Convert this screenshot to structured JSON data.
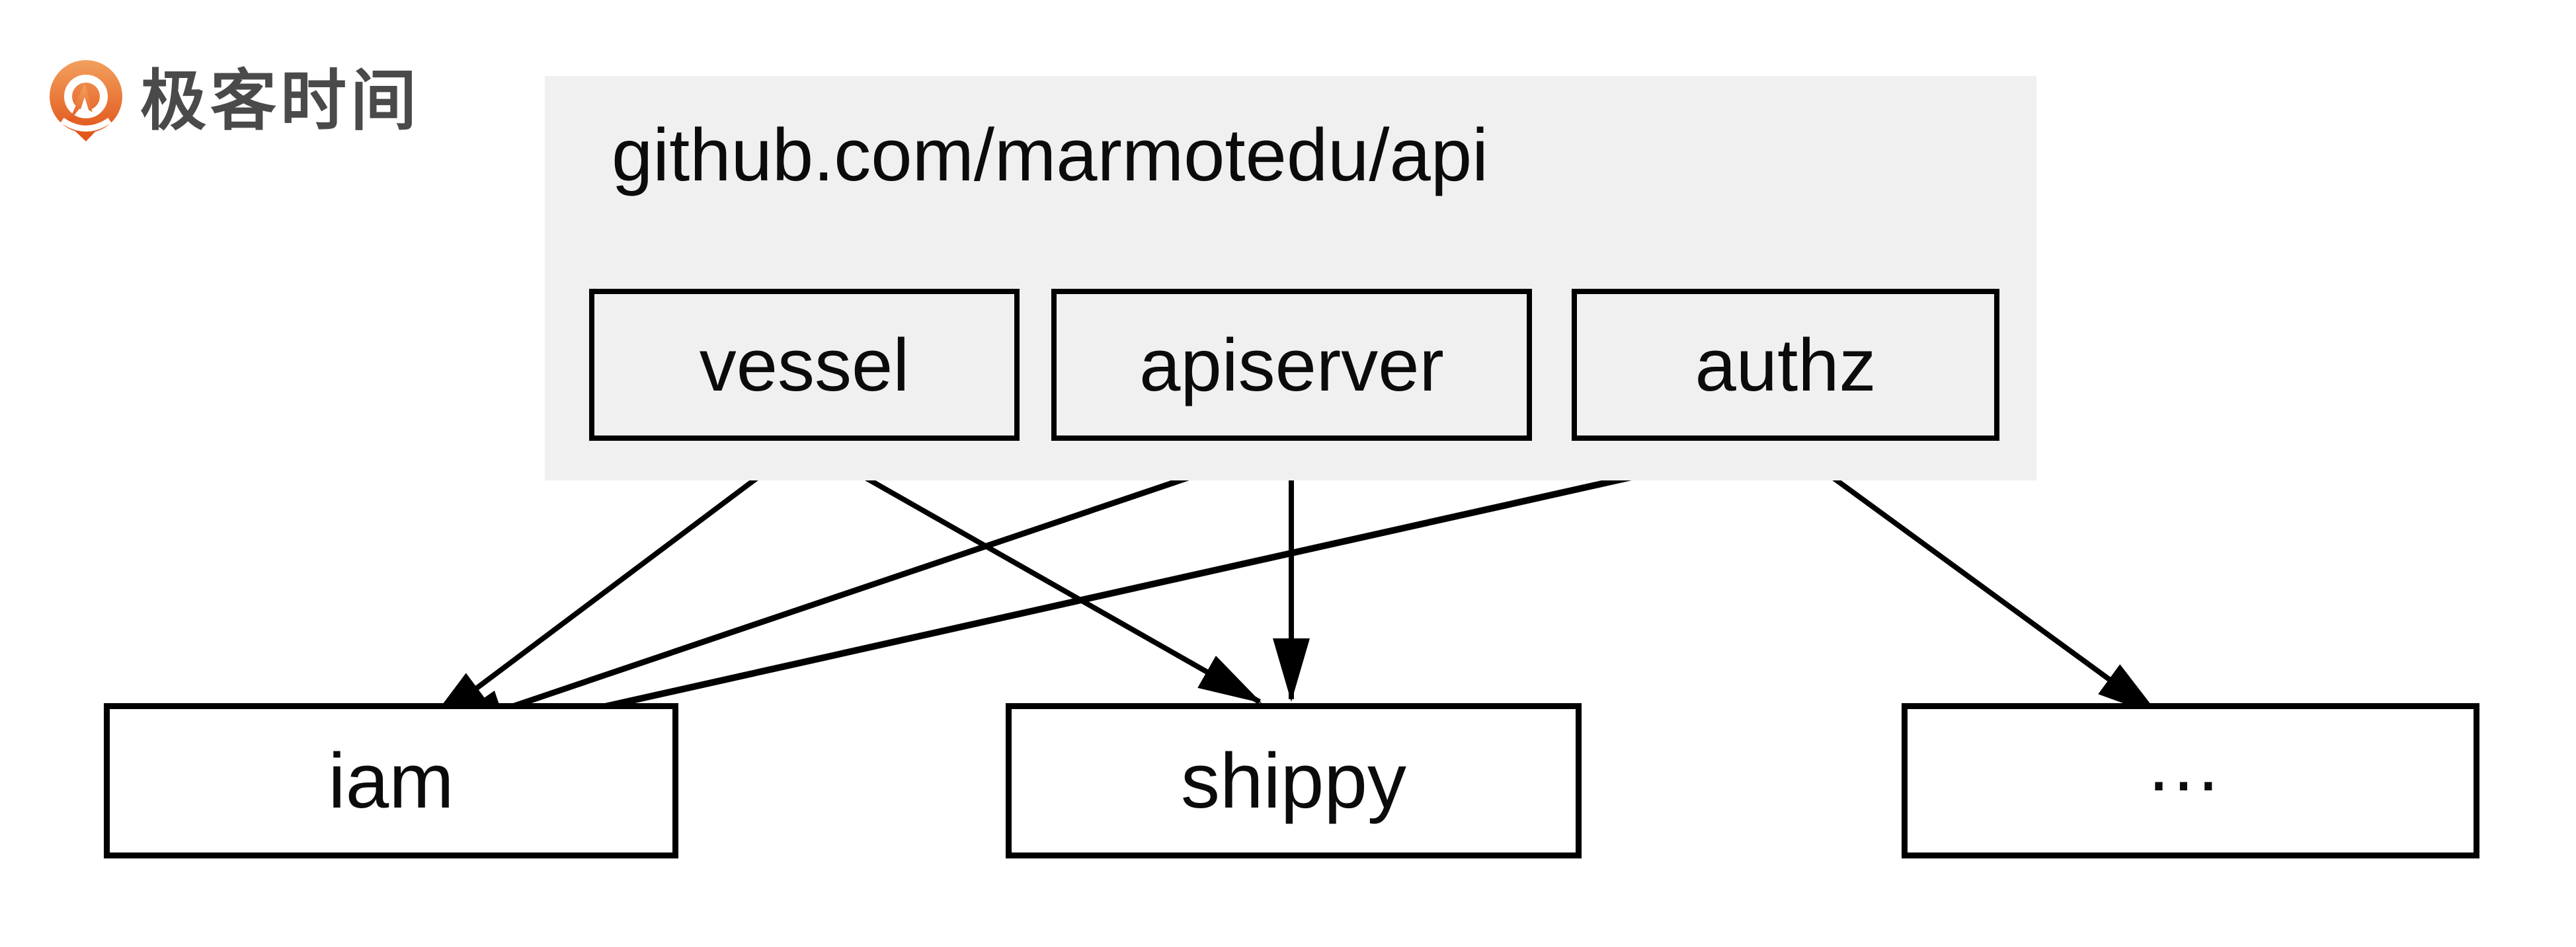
{
  "logo": {
    "brand_text": "极客时间",
    "text_color": "#4a4a4a",
    "orange_top": "#f2a05e",
    "orange_bottom": "#e2571c"
  },
  "repo_panel": {
    "title": "github.com/marmotedu/api",
    "bg": "#f0f0f0",
    "modules": [
      {
        "label": "vessel"
      },
      {
        "label": "apiserver"
      },
      {
        "label": "authz"
      }
    ]
  },
  "projects": [
    {
      "label": "iam"
    },
    {
      "label": "shippy"
    },
    {
      "label": "…"
    }
  ],
  "edges": [
    {
      "from": "vessel",
      "to": "iam"
    },
    {
      "from": "vessel",
      "to": "shippy"
    },
    {
      "from": "apiserver",
      "to": "iam"
    },
    {
      "from": "apiserver",
      "to": "shippy"
    },
    {
      "from": "authz",
      "to": "iam"
    },
    {
      "from": "authz",
      "to": "…"
    }
  ],
  "colors": {
    "line": "#000000",
    "box_border": "#000000",
    "panel_fill": "#f0f0f0",
    "project_fill": "#ffffff"
  }
}
